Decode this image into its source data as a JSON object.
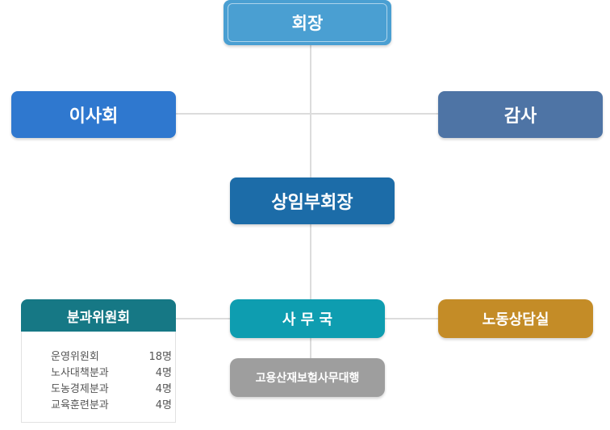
{
  "chairman": "회장",
  "board": "이사회",
  "audit": "감사",
  "vice_chairman": "상임부회장",
  "office": "사 무 국",
  "labor_counseling": "노동상담실",
  "insurance_agency": "고용산재보험사무대행",
  "committee": {
    "title": "분과위원회",
    "rows": [
      {
        "name": "운영위원회",
        "count": "18명"
      },
      {
        "name": "노사대책분과",
        "count": "4명"
      },
      {
        "name": "도농경제분과",
        "count": "4명"
      },
      {
        "name": "교육훈련분과",
        "count": "4명"
      }
    ]
  },
  "colors": {
    "chairman": "#4a9fd2",
    "board": "#2f78cf",
    "audit": "#4e74a5",
    "vice_chairman": "#1c6ca8",
    "office": "#0e9db0",
    "labor_counseling": "#c48c27",
    "insurance_agency": "#9e9e9e",
    "committee_header": "#167885",
    "connector": "#dcdcdc"
  }
}
